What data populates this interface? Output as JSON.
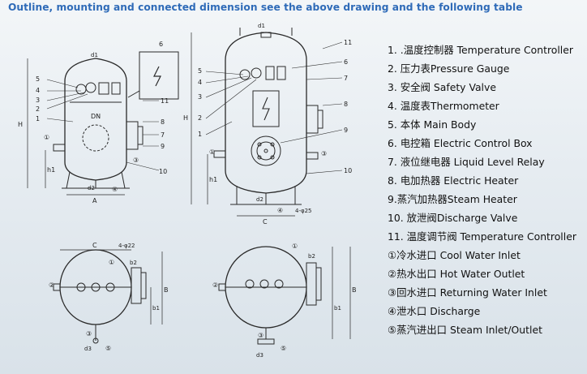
{
  "header": {
    "text": "Outline, mounting and connected dimension see the above drawing and the following table"
  },
  "legend": {
    "items": [
      "1. .温度控制器 Temperature Controller",
      "2. 压力表Pressure Gauge",
      "3. 安全阀 Safety Valve",
      "4. 温度表Thermometer",
      "5. 本体 Main Body",
      "6. 电控箱 Electric Control Box",
      "7. 液位继电器 Liquid Level Relay",
      "8. 电加热器 Electric Heater",
      "9.蒸汽加热器Steam Heater",
      "10. 放泄阀Discharge Valve",
      "11. 温度调节阀 Temperature Controller",
      "①冷水进口 Cool Water Inlet",
      "②热水出口 Hot Water Outlet",
      "③回水进口 Returning Water Inlet",
      "④泄水口 Discharge",
      "⑤蒸汽进出口 Steam Inlet/Outlet"
    ]
  },
  "labels": {
    "n1": "1",
    "n2": "2",
    "n3": "3",
    "n4": "4",
    "n5": "5",
    "n6": "6",
    "n7": "7",
    "n8": "8",
    "n9": "9",
    "n10": "10",
    "n11": "11",
    "c1": "①",
    "c2": "②",
    "c3": "③",
    "c4": "④",
    "c5": "⑤",
    "dim_H": "H",
    "dim_h1": "h1",
    "dim_A": "A",
    "dim_C": "C",
    "dim_DN": "DN",
    "dim_d1": "d1",
    "dim_d2": "d2",
    "dim_d3": "d3",
    "dim_b1": "b1",
    "dim_b2": "b2",
    "dim_B": "B",
    "dim_holes_phi25": "4-φ25",
    "dim_holes_phi22": "4-φ22"
  },
  "colors": {
    "header": "#2f6bb8",
    "line": "#2a2a2a",
    "text": "#111111"
  }
}
